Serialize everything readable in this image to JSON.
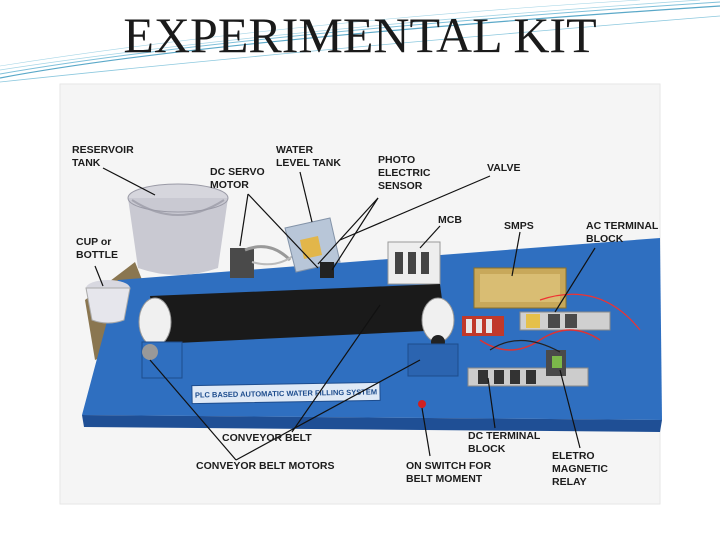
{
  "title": "EXPERIMENTAL KIT",
  "panel_text": "PLC BASED AUTOMATIC WATER FILLING SYSTEM",
  "labels": {
    "reservoir_tank": [
      "RESERVOIR",
      "TANK"
    ],
    "water_level_tank": [
      "WATER",
      "LEVEL TANK"
    ],
    "photo_electric_sensor": [
      "PHOTO",
      "ELECTRIC",
      "SENSOR"
    ],
    "valve": "VALVE",
    "dc_servo_motor": [
      "DC SERVO",
      "MOTOR"
    ],
    "mcb": "MCB",
    "smps": "SMPS",
    "ac_terminal_block": [
      "AC TERMINAL",
      "BLOCK"
    ],
    "cup_or_bottle": [
      "CUP or",
      "BOTTLE"
    ],
    "conveyor_belt": "CONVEYOR BELT",
    "conveyor_belt_motors": "CONVEYOR BELT MOTORS",
    "dc_terminal_block": [
      "DC TERMINAL",
      "BLOCK"
    ],
    "on_switch": [
      "ON SWITCH FOR",
      "BELT MOMENT"
    ],
    "electro_magnetic_relay": [
      "ELETRO",
      "MAGNETIC",
      "RELAY"
    ]
  },
  "colors": {
    "board_blue": "#2f6fc0",
    "belt": "#1a1a1a",
    "backdrop": "#f3f3f3",
    "accent_lines": "#5aa8c8"
  }
}
